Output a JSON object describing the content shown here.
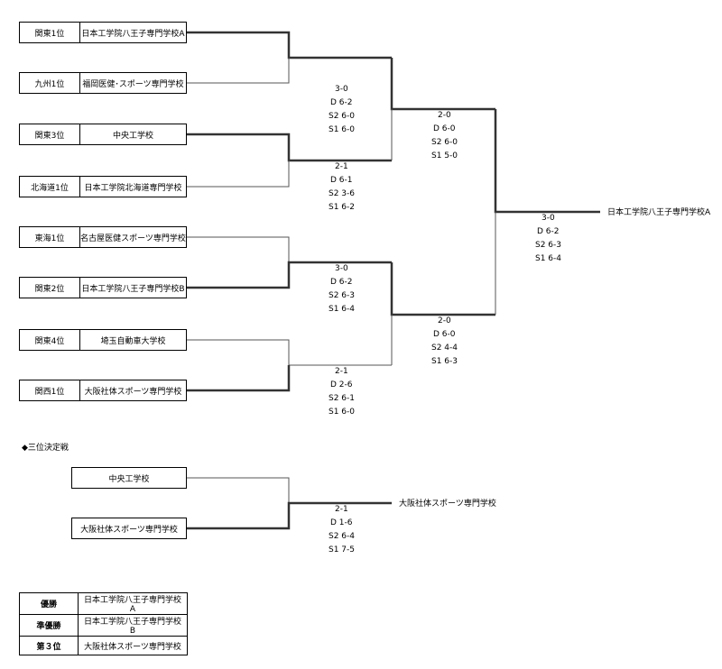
{
  "bracket": {
    "teams": [
      {
        "seed": "関東1位",
        "name": "日本工学院八王子専門学校A"
      },
      {
        "seed": "九州1位",
        "name": "福岡医健･スポーツ専門学校"
      },
      {
        "seed": "関東3位",
        "name": "中央工学校"
      },
      {
        "seed": "北海道1位",
        "name": "日本工学院北海道専門学校"
      },
      {
        "seed": "東海1位",
        "name": "名古屋医健スポーツ専門学校"
      },
      {
        "seed": "関東2位",
        "name": "日本工学院八王子専門学校B"
      },
      {
        "seed": "関東4位",
        "name": "埼玉自動車大学校"
      },
      {
        "seed": "関西1位",
        "name": "大阪社体スポーツ専門学校"
      }
    ],
    "round1_scores": [
      [
        "3-0",
        "D 6-2",
        "S2 6-0",
        "S1 6-0"
      ],
      [
        "2-1",
        "D 6-1",
        "S2 3-6",
        "S1 6-2"
      ],
      [
        "3-0",
        "D 6-2",
        "S2 6-3",
        "S1 6-4"
      ],
      [
        "2-1",
        "D 2-6",
        "S2 6-1",
        "S1 6-0"
      ]
    ],
    "semi_scores": [
      [
        "2-0",
        "D 6-0",
        "S2 6-0",
        "S1 5-0"
      ],
      [
        "2-0",
        "D 6-0",
        "S2 4-4",
        "S1 6-3"
      ]
    ],
    "final_score": [
      "3-0",
      "D 6-2",
      "S2 6-3",
      "S1 6-4"
    ],
    "champion": "日本工学院八王子専門学校A"
  },
  "third_place": {
    "heading": "◆三位決定戦",
    "teams": [
      "中央工学校",
      "大阪社体スポーツ専門学校"
    ],
    "score": [
      "2-1",
      "D 1-6",
      "S2 6-4",
      "S1 7-5"
    ],
    "winner": "大阪社体スポーツ専門学校"
  },
  "results": [
    {
      "rank": "優勝",
      "team": "日本工学院八王子専門学校A"
    },
    {
      "rank": "準優勝",
      "team": "日本工学院八王子専門学校B"
    },
    {
      "rank": "第３位",
      "team": "大阪社体スポーツ専門学校"
    }
  ]
}
